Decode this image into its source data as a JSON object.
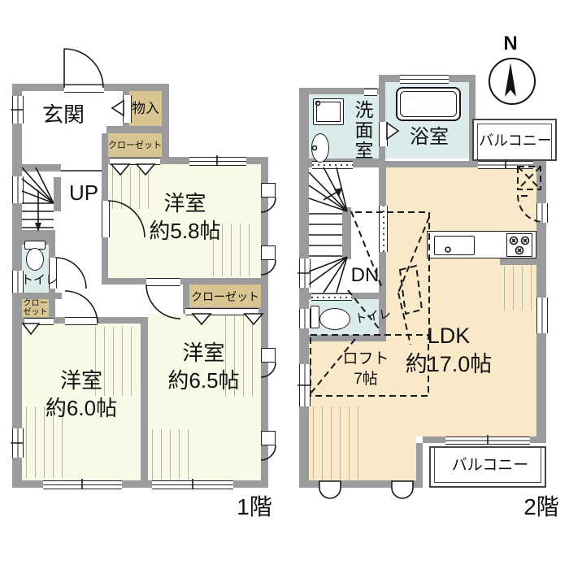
{
  "compass": {
    "north_label": "N"
  },
  "colors": {
    "wall": "#9b9b9d",
    "room_cream": "#f8f9e6",
    "closet_tan": "#d9c592",
    "wet_area_blue": "#dcebeb",
    "ldk_peach": "#f9e9c9"
  },
  "floor1": {
    "floor_label": "1階",
    "entrance_label": "玄関",
    "storage_label": "物入",
    "closet_top_label": "クローゼット",
    "closet_small_line1": "クロー",
    "closet_small_line2": "ゼット",
    "room58_name": "洋室",
    "room58_size": "約5.8帖",
    "stairs_label": "UP",
    "toilet_label": "トイレ",
    "room60_name": "洋室",
    "room60_size": "約6.0帖",
    "room65_name": "洋室",
    "room65_size": "約6.5帖",
    "closet65_label": "クローゼット"
  },
  "floor2": {
    "floor_label": "2階",
    "washroom_label": "洗面室",
    "bath_label": "浴室",
    "balcony_top_label": "バルコニー",
    "balcony_bottom_label": "バルコニー",
    "stairs_label": "DN",
    "toilet_label": "トイレ",
    "ldk_name": "LDK",
    "ldk_size": "約17.0帖",
    "loft_name": "ロフト",
    "loft_size": "7帖"
  }
}
